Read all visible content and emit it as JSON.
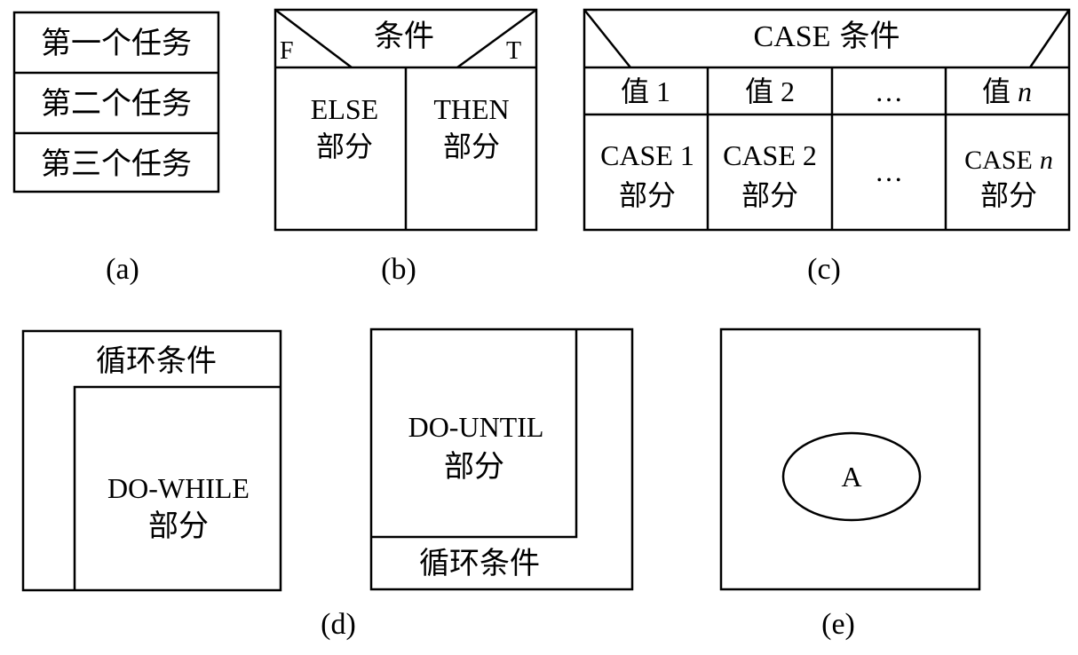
{
  "panel_a": {
    "tasks": [
      "第一个任务",
      "第二个任务",
      "第三个任务"
    ],
    "caption": "(a)"
  },
  "panel_b": {
    "condition": "条件",
    "false_mark": "F",
    "true_mark": "T",
    "else_label": "ELSE",
    "then_label": "THEN",
    "part_label": "部分",
    "caption": "(b)"
  },
  "panel_c": {
    "header_case": "CASE",
    "header_condition": "条件",
    "values": [
      {
        "prefix": "值",
        "num": "1",
        "italic": false
      },
      {
        "prefix": "值",
        "num": "2",
        "italic": false
      },
      {
        "prefix": "",
        "num": "…",
        "italic": false
      },
      {
        "prefix": "值",
        "num": "n",
        "italic": true
      }
    ],
    "cases": [
      {
        "prefix": "CASE",
        "num": "1",
        "italic": false
      },
      {
        "prefix": "CASE",
        "num": "2",
        "italic": false
      },
      {
        "prefix": "",
        "num": "…",
        "italic": false
      },
      {
        "prefix": "CASE",
        "num": "n",
        "italic": true
      }
    ],
    "part_label": "部分",
    "caption": "(c)"
  },
  "panel_d": {
    "condition": "循环条件",
    "body_label": "DO-WHILE",
    "part_label": "部分",
    "caption": "(d)"
  },
  "panel_e_until": {
    "body_label": "DO-UNTIL",
    "part_label": "部分",
    "condition": "循环条件"
  },
  "panel_e": {
    "node_label": "A",
    "caption": "(e)"
  }
}
